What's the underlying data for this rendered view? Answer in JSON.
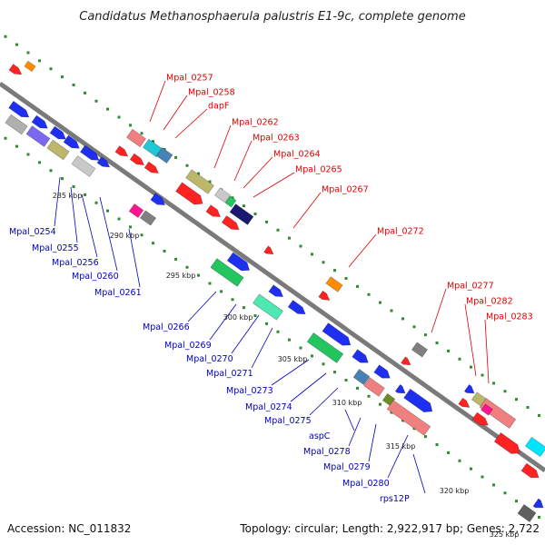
{
  "title": "Candidatus Methanosphaerula palustris E1-9c, complete genome",
  "footer": {
    "accession": "Accession: NC_011832",
    "topology": "Topology: circular; Length: 2,922,917 bp; Genes: 2,722"
  },
  "colors": {
    "forward_label": "#dd0000",
    "reverse_label": "#0000bb",
    "backbone": "#808080",
    "tick_dots": "#2e8b2e"
  },
  "scale_ticks": [
    "285 kbp",
    "290 kbp",
    "295 kbp",
    "300 kbp",
    "305 kbp",
    "310 kbp",
    "315 kbp",
    "320 kbp",
    "325 kbp"
  ],
  "forward_genes": [
    "Mpal_0257",
    "Mpal_0258",
    "dapF",
    "Mpal_0262",
    "Mpal_0263",
    "Mpal_0264",
    "Mpal_0265",
    "Mpal_0267",
    "Mpal_0272",
    "Mpal_0277",
    "Mpal_0282",
    "Mpal_0283"
  ],
  "reverse_genes": [
    "Mpal_0254",
    "Mpal_0255",
    "Mpal_0256",
    "Mpal_0260",
    "Mpal_0261",
    "Mpal_0266",
    "Mpal_0269",
    "Mpal_0270",
    "Mpal_0271",
    "Mpal_0273",
    "Mpal_0274",
    "Mpal_0275",
    "aspC",
    "Mpal_0278",
    "Mpal_0279",
    "Mpal_0280",
    "rps12P"
  ]
}
